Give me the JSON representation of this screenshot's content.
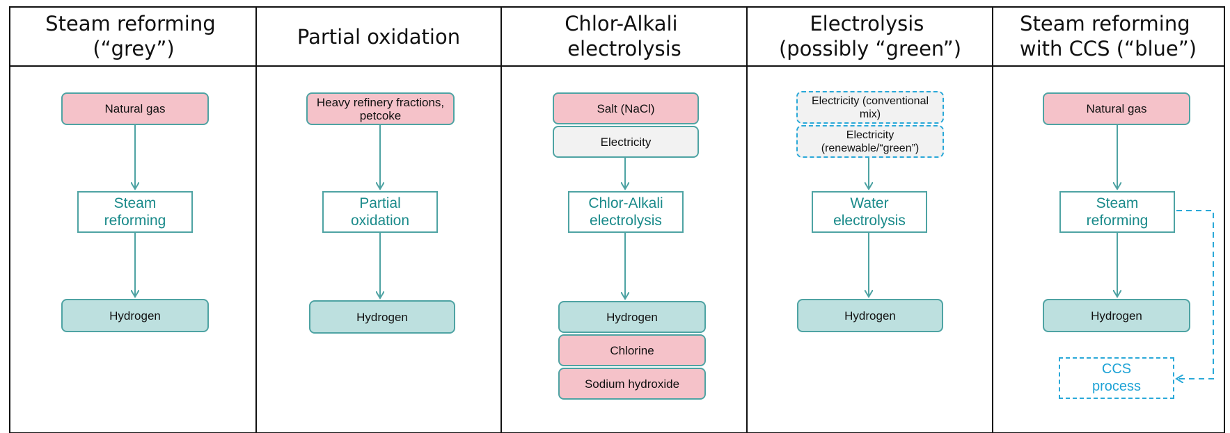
{
  "columns": [
    {
      "header": [
        "Steam reforming",
        "(“grey”)"
      ],
      "inputs": [
        "Natural gas"
      ],
      "process": [
        "Steam",
        "reforming"
      ],
      "outputs": [
        "Hydrogen"
      ]
    },
    {
      "header": [
        "Partial oxidation"
      ],
      "inputs": [
        "Heavy refinery fractions, petcoke"
      ],
      "process": [
        "Partial",
        "oxidation"
      ],
      "outputs": [
        "Hydrogen"
      ]
    },
    {
      "header": [
        "Chlor-Alkali",
        "electrolysis"
      ],
      "inputs": [
        "Salt (NaCl)",
        "Electricity"
      ],
      "process": [
        "Chlor-Alkali",
        "electrolysis"
      ],
      "outputs": [
        "Hydrogen",
        "Chlorine",
        "Sodium hydroxide"
      ]
    },
    {
      "header": [
        "Electrolysis",
        "(possibly “green”)"
      ],
      "inputs": [
        "Electricity (conventional mix)",
        "Electricity (renewable/“green”)"
      ],
      "process": [
        "Water",
        "electrolysis"
      ],
      "outputs": [
        "Hydrogen"
      ]
    },
    {
      "header": [
        "Steam reforming",
        "with CCS (“blue”)"
      ],
      "inputs": [
        "Natural gas"
      ],
      "process": [
        "Steam",
        "reforming"
      ],
      "outputs": [
        "Hydrogen"
      ],
      "extra": [
        "CCS",
        "process"
      ]
    }
  ],
  "colors": {
    "pink_fill": "#f5c2c9",
    "grey_fill": "#f2f2f2",
    "teal_fill": "#bde0df",
    "teal_border": "#4ea3a3",
    "process_text": "#1a8a8a",
    "dashed_blue": "#29a8d8"
  }
}
